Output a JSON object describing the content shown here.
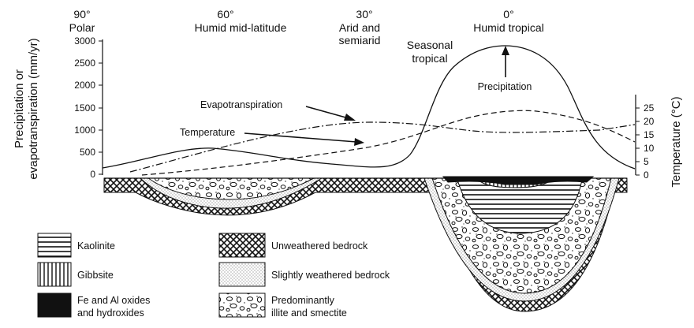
{
  "latitude_labels": [
    {
      "degree": "90°",
      "zone": "Polar"
    },
    {
      "degree": "60°",
      "zone": "Humid mid-latitude"
    },
    {
      "degree": "30°",
      "zone_line1": "Arid and",
      "zone_line2": "semiarid"
    },
    {
      "degree": "0°",
      "zone": "Humid tropical"
    }
  ],
  "left_axis": {
    "label_line1": "Precipitation or",
    "label_line2": "evapotranspiration (mm/yr)",
    "ticks": [
      "3000",
      "2500",
      "2000",
      "1500",
      "1000",
      "500",
      "0"
    ]
  },
  "right_axis": {
    "label": "Temperature (°C)",
    "ticks": [
      "25",
      "20",
      "15",
      "10",
      "5",
      "0"
    ]
  },
  "annotations": {
    "seasonal_line1": "Seasonal",
    "seasonal_line2": "tropical",
    "precipitation": "Precipitation",
    "evapotranspiration": "Evapotranspiration",
    "temperature": "Temperature"
  },
  "legend": [
    {
      "pattern": "kaolinite",
      "label": "Kaolinite"
    },
    {
      "pattern": "gibbsite",
      "label": "Gibbsite"
    },
    {
      "pattern": "oxides",
      "label_line1": "Fe and Al oxides",
      "label_line2": "and hydroxides"
    },
    {
      "pattern": "bedrock",
      "label": "Unweathered bedrock"
    },
    {
      "pattern": "slight",
      "label": "Slightly weathered bedrock"
    },
    {
      "pattern": "illite",
      "label_line1": "Predominantly",
      "label_line2": "illite and smectite"
    }
  ]
}
